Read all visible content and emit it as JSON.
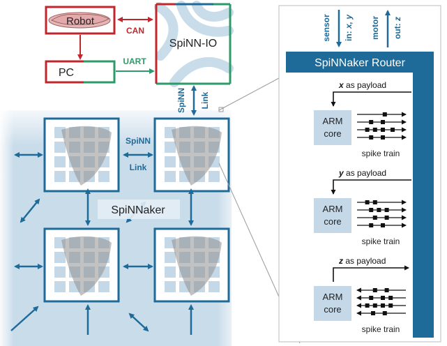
{
  "top": {
    "robot": "Robot",
    "spinn_io": "SpiNN-IO",
    "pc": "PC",
    "can": "CAN",
    "uart": "UART",
    "link_line1": "SpiNN",
    "link_line2": "Link"
  },
  "grid": {
    "link_line1": "SpiNN",
    "link_line2": "Link",
    "spinnaker": "SpiNNaker"
  },
  "detail": {
    "sensor": "sensor",
    "sensor_in_prefix": "in:",
    "sensor_in_vars": "x, y",
    "motor": "motor",
    "motor_out_prefix": "out:",
    "motor_out_var": "z",
    "router_title": "SpiNNaker Router",
    "payloads": [
      {
        "var": "x",
        "text": "as payload"
      },
      {
        "var": "y",
        "text": "as payload"
      },
      {
        "var": "z",
        "text": "as payload"
      }
    ],
    "arm_line1": "ARM",
    "arm_line2": "core",
    "spike_train": "spike train"
  },
  "colors": {
    "blue": "#1e6a99",
    "red": "#c0272d",
    "green": "#2e9a6a",
    "light_blue": "#c9dcea",
    "core_fill": "#c5d8e8"
  }
}
